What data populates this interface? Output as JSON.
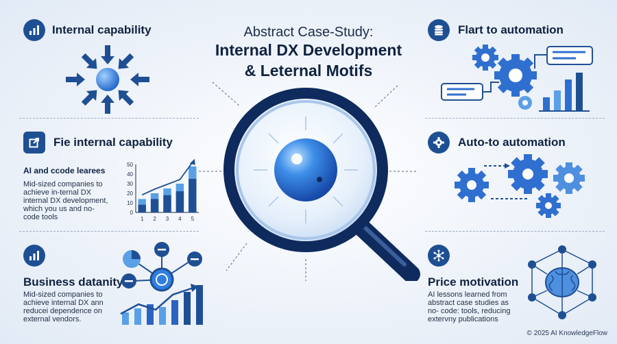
{
  "title": {
    "line1": "Abstract Case-Study:",
    "line2": "Internal DX Development",
    "line3": "& Leternal Motifs"
  },
  "left": {
    "s1": {
      "heading": "Internal capability",
      "icon": "bar-chart-icon"
    },
    "s2": {
      "heading": "Fie internal capability",
      "icon": "external-link-icon",
      "subheading": "AI and ccode learees",
      "body": [
        "Mid-sized companies to",
        "achieve in-ternal DX",
        "internal DX development,",
        "which you us and no-",
        "code tools"
      ]
    },
    "s3": {
      "heading": "Business datanity",
      "icon": "bar-chart-icon",
      "body": [
        "Mid-sized companies to",
        "achieve internal DX ann",
        "reducei dependence on",
        "external vendors."
      ]
    }
  },
  "right": {
    "s1": {
      "heading": "Flart to automation",
      "icon": "database-icon"
    },
    "s2": {
      "heading": "Auto-to automation",
      "icon": "gear-icon"
    },
    "s3": {
      "heading": "Price motivation",
      "icon": "network-icon",
      "body": [
        "AI  lessons learned from",
        "abstract case studies as",
        "no- code: tools, reducing",
        "extervny publications"
      ]
    }
  },
  "chart_data": {
    "type": "bar",
    "categories": [
      "1",
      "2",
      "3",
      "4",
      "5"
    ],
    "series": [
      {
        "values": [
          14,
          20,
          25,
          30,
          48
        ]
      },
      {
        "values": [
          8,
          14,
          18,
          22,
          35
        ]
      }
    ],
    "yticks": [
      "0",
      "10",
      "20",
      "30",
      "40",
      "50"
    ],
    "ylim": [
      0,
      50
    ]
  },
  "colors": {
    "navy": "#1f4f93",
    "blue": "#2f6fcf",
    "light_blue": "#5aa0e6",
    "dark_text": "#0f2240"
  },
  "footer": {
    "copyright": "© 2025 AI KnowledgeFlow"
  }
}
